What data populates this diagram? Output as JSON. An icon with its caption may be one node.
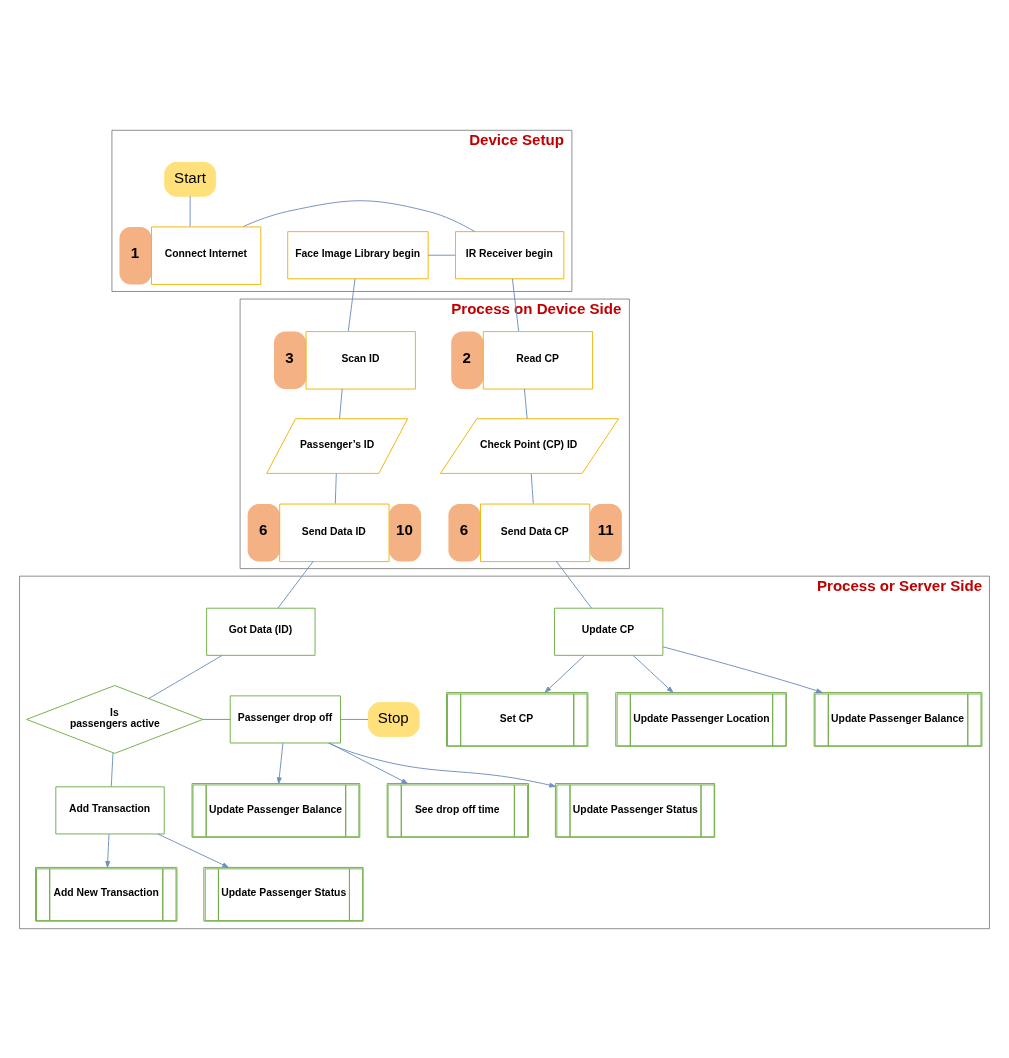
{
  "diagram": {
    "nodes": [
      {
        "text": [
          "Device Setup"
        ]
      },
      {
        "text": [
          "Start"
        ],
        "in": 0
      },
      {
        "text": [
          "Connect Internet"
        ],
        "in": 0,
        "beside": [
          "1"
        ]
      },
      {
        "text": [
          "IR Receiver begin"
        ],
        "in": 0
      },
      {
        "text": [
          "Face Image Library begin"
        ],
        "in": 0
      },
      {
        "text": [
          "Process on Device Side"
        ]
      },
      {
        "text": [
          "Read CP"
        ],
        "in": 5,
        "beside": [
          "2"
        ]
      },
      {
        "text": [
          "Check Point (CP) ID"
        ],
        "in": 5
      },
      {
        "text": [
          "Send Data CP"
        ],
        "in": 5,
        "beside": [
          "6",
          "11"
        ]
      },
      {
        "text": [
          "Scan ID"
        ],
        "in": 5,
        "beside": [
          "3"
        ]
      },
      {
        "text": [
          "Passenger’s ID"
        ],
        "in": 5
      },
      {
        "text": [
          "Send Data ID"
        ],
        "in": 5,
        "beside": [
          "6",
          "10"
        ]
      },
      {
        "text": [
          "Process or Server Side"
        ]
      },
      {
        "text": [
          "Update CP"
        ],
        "in": 12
      },
      {
        "text": [
          "Set CP"
        ],
        "in": 12
      },
      {
        "text": [
          "Update Passenger Location"
        ],
        "in": 12
      },
      {
        "text": [
          "Update Passenger Balance"
        ],
        "in": 12
      },
      {
        "text": [
          "Got Data (ID)"
        ],
        "in": 12
      },
      {
        "text": [
          "Is passengers active"
        ],
        "in": 12
      },
      {
        "text": [
          "Passenger drop off"
        ],
        "in": 12
      },
      {
        "text": [
          "Stop"
        ],
        "in": 12
      },
      {
        "text": [
          "Add Transaction"
        ],
        "in": 12
      },
      {
        "text": [
          "Add New Transaction"
        ],
        "in": 12
      },
      {
        "text": [
          "Update Passenger Status"
        ],
        "in": 12
      },
      {
        "text": [
          "Update Passenger Status"
        ],
        "in": 12
      },
      {
        "text": [
          "Update Passenger Balance"
        ],
        "in": 12
      },
      {
        "text": [
          "See drop off time"
        ],
        "in": 12
      }
    ],
    "edges": [
      {
        "from": 1,
        "to": 2,
        "arrow": "none"
      },
      {
        "from": 2,
        "to": 3,
        "arrow": "none"
      },
      {
        "from": 3,
        "to": 4,
        "arrow": "none"
      },
      {
        "from": 3,
        "to": 6,
        "arrow": "none"
      },
      {
        "from": 4,
        "to": 9,
        "arrow": "none"
      },
      {
        "from": 6,
        "to": 7,
        "arrow": "none"
      },
      {
        "from": 7,
        "to": 8,
        "arrow": "none"
      },
      {
        "from": 9,
        "to": 10,
        "arrow": "none"
      },
      {
        "from": 10,
        "to": 11,
        "arrow": "none"
      },
      {
        "from": 8,
        "to": 13,
        "arrow": "none"
      },
      {
        "from": 11,
        "to": 17,
        "arrow": "none"
      },
      {
        "from": 13,
        "to": 14,
        "arrow": "to"
      },
      {
        "from": 13,
        "to": 15,
        "arrow": "to"
      },
      {
        "from": 13,
        "to": 16,
        "arrow": "to"
      },
      {
        "from": 17,
        "to": 18,
        "arrow": "none"
      },
      {
        "from": 18,
        "to": 19,
        "arrow": "none"
      },
      {
        "from": 19,
        "to": 20,
        "arrow": "none"
      },
      {
        "from": 18,
        "to": 21,
        "arrow": "none"
      },
      {
        "from": 21,
        "to": 22,
        "arrow": "to"
      },
      {
        "from": 21,
        "to": 23,
        "arrow": "to"
      },
      {
        "from": 19,
        "to": 24,
        "arrow": "to"
      },
      {
        "from": 19,
        "to": 25,
        "arrow": "to"
      },
      {
        "from": 19,
        "to": 26,
        "arrow": "to"
      }
    ]
  }
}
